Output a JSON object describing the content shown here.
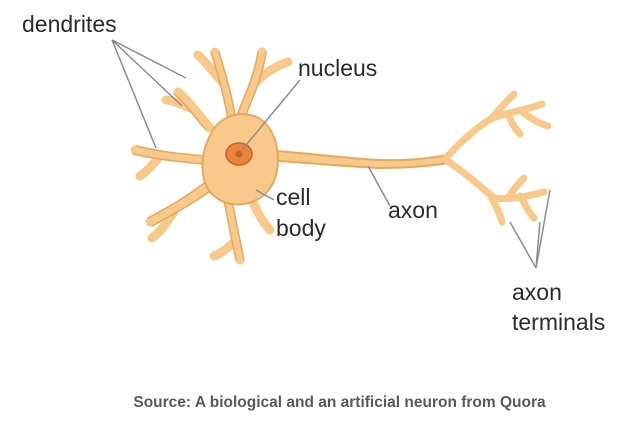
{
  "labels": {
    "dendrites": "dendrites",
    "nucleus": "nucleus",
    "cell_body_line1": "cell",
    "cell_body_line2": "body",
    "axon": "axon",
    "axon_terminals_line1": "axon",
    "axon_terminals_line2": "terminals"
  },
  "caption": "Source: A biological and an artificial neuron from Quora",
  "colors": {
    "cell_fill": "#f8c98a",
    "cell_outline": "#e5a95e",
    "nucleus_fill": "#e8843d",
    "nucleus_outline": "#c4622a",
    "pointer_line": "#8c8c8c",
    "label_text": "#2b2b2b",
    "caption_text": "#595959"
  }
}
